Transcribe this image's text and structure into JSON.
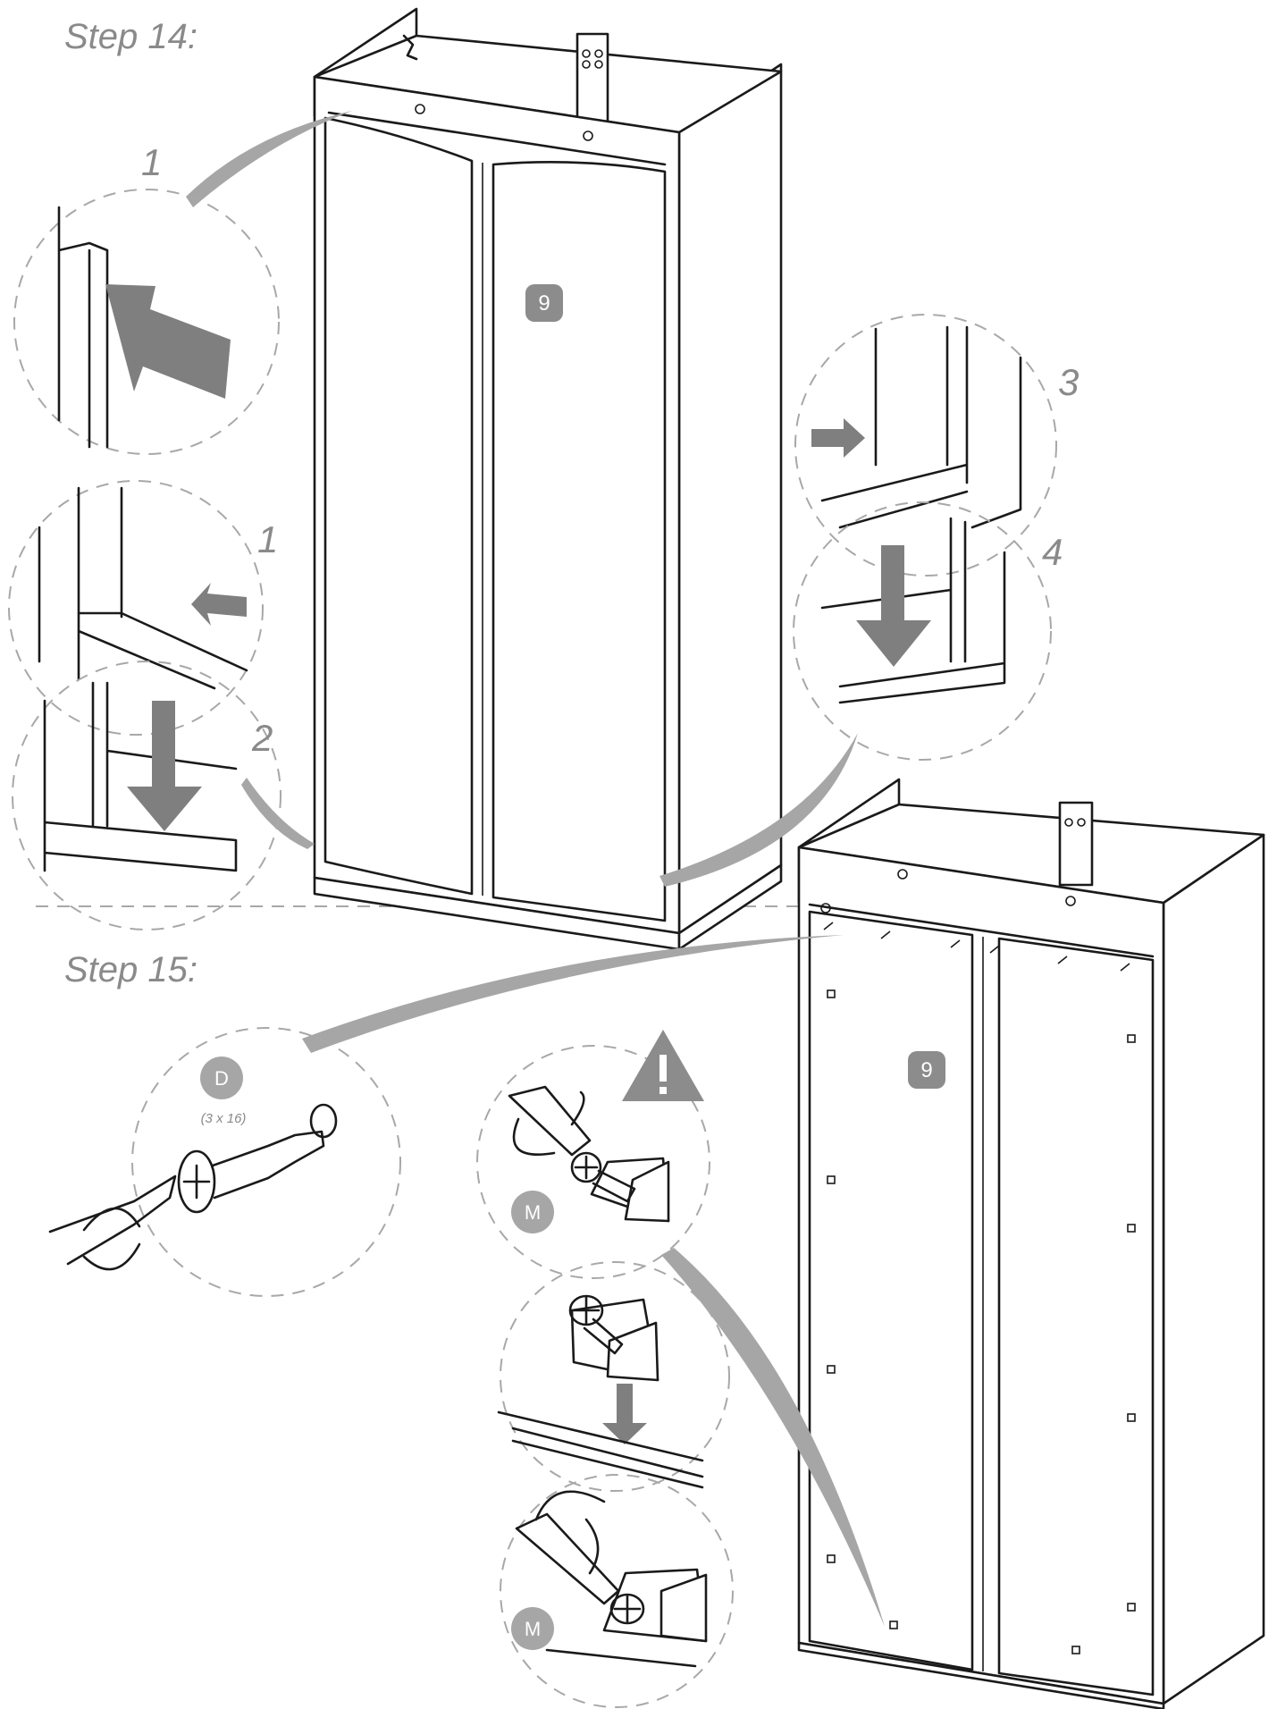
{
  "steps": {
    "step14_title": "Step 14:",
    "step15_title": "Step 15:"
  },
  "step14": {
    "part_badge": "9",
    "callouts": [
      "1",
      "1",
      "2",
      "3",
      "4"
    ]
  },
  "step15": {
    "part_badge": "9",
    "screw_part": "D",
    "screw_size": "(3 x 16)",
    "bracket_part_top": "M",
    "bracket_part_bottom": "M"
  },
  "colors": {
    "line": "#1a1a1a",
    "grey_arrow": "#7f7f7f",
    "badge_fill": "#8c8c8c",
    "dashed_circle": "#a8a8a8"
  },
  "icons": [
    "warning-icon",
    "rotate-arrow-icon",
    "screwdriver-icon",
    "screw-icon",
    "corner-bracket-icon"
  ]
}
